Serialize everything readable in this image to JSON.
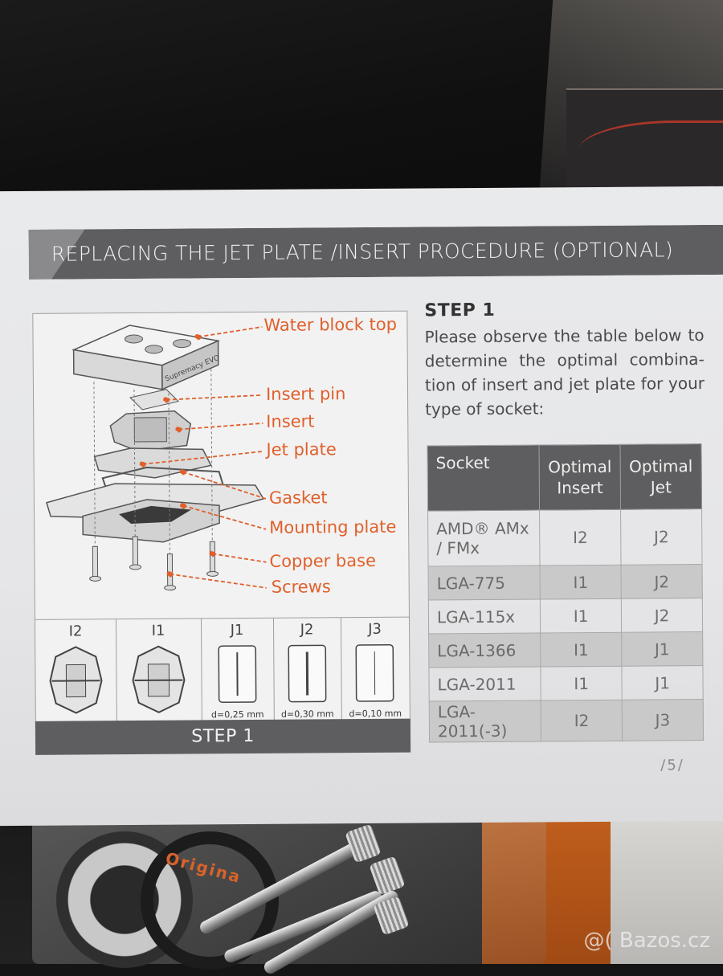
{
  "banner": {
    "title": "REPLACING THE JET PLATE /INSERT PROCEDURE (OPTIONAL)"
  },
  "diagram": {
    "block_text": "Supremacy EVO",
    "callouts": [
      "Water block top",
      "Insert pin",
      "Insert",
      "Jet plate",
      "Gasket",
      "Mounting plate",
      "Copper base",
      "Screws"
    ],
    "variants": [
      {
        "label": "I2",
        "note": ""
      },
      {
        "label": "I1",
        "note": ""
      },
      {
        "label": "J1",
        "note": "d=0,25 mm"
      },
      {
        "label": "J2",
        "note": "d=0,30 mm"
      },
      {
        "label": "J3",
        "note": "d=0,10 mm"
      }
    ],
    "step_label": "STEP 1"
  },
  "step": {
    "heading": "STEP 1",
    "body": "Please observe the table below to determine the optimal combina-tion of insert and jet plate for your type of socket:"
  },
  "table": {
    "headers": [
      "Socket",
      "Optimal Insert",
      "Optimal Jet"
    ],
    "rows": [
      [
        "AMD® AMx / FMx",
        "I2",
        "J2"
      ],
      [
        "LGA-775",
        "I1",
        "J2"
      ],
      [
        "LGA-115x",
        "I1",
        "J2"
      ],
      [
        "LGA-1366",
        "I1",
        "J1"
      ],
      [
        "LGA-2011",
        "I1",
        "J1"
      ],
      [
        "LGA-2011(-3)",
        "I2",
        "J3"
      ]
    ]
  },
  "page_number": "/5/",
  "background": {
    "packaging_text": "Origina"
  },
  "watermark": "@( Bazos.cz",
  "colors": {
    "accent": "#e0602a",
    "banner": "#5e5d5f",
    "page": "#e9eaec"
  }
}
